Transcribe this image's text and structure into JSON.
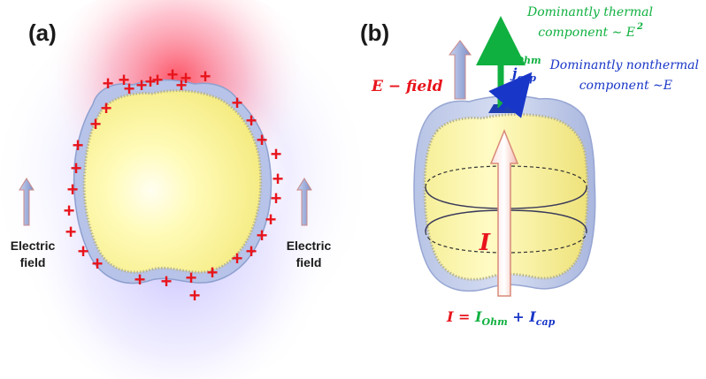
{
  "panel_a": {
    "label": "(a)",
    "left_field_label": [
      "Electric",
      "field"
    ],
    "right_field_label": [
      "Electric",
      "field"
    ],
    "charge_symbol": "+"
  },
  "panel_b": {
    "label": "(b)",
    "e_field_label": "E − field",
    "j_ohm": {
      "base": "j",
      "sub": "Ohm"
    },
    "j_cap": {
      "base": "j",
      "sub": "cap"
    },
    "thermal_text": [
      "Dominantly thermal",
      "component ∼ E"
    ],
    "thermal_sup": "2",
    "nonthermal_text": [
      "Dominantly nonthermal",
      "component ∼E"
    ],
    "current_label": "I",
    "equation": {
      "lhs": "I = ",
      "t1": "I",
      "t1_sub": "Ohm",
      "plus": " + ",
      "t2": "I",
      "t2_sub": "cap"
    }
  },
  "colors": {
    "charge": "#e8141c",
    "red_label": "#e8141c",
    "green": "#10b040",
    "blue": "#1836c8",
    "cell_fill": "#fff6a0",
    "membrane": "#9fb0d8"
  }
}
